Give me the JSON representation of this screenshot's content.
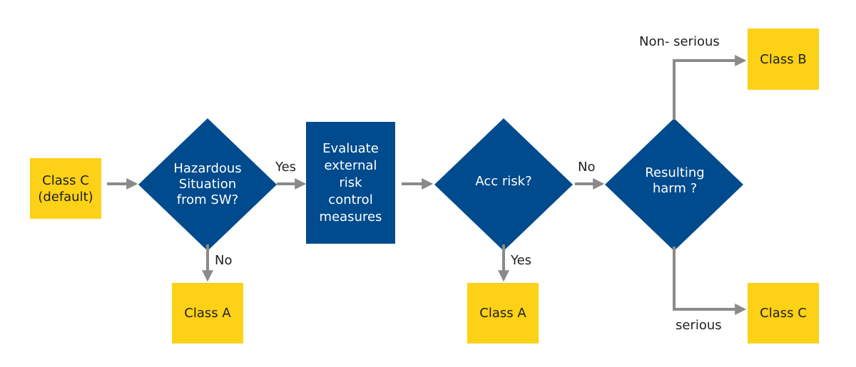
{
  "colors": {
    "process_fill": "#004b8d",
    "terminal_fill": "#fcd116",
    "arrow": "#8a8a8a",
    "label_text": "#1f1f1f"
  },
  "nodes": {
    "start": {
      "lines": [
        "Class C",
        "(default)"
      ]
    },
    "decision_hazard": {
      "lines": [
        "Hazardous",
        "Situation",
        "from SW?"
      ]
    },
    "class_a_1": {
      "text": "Class A"
    },
    "evaluate": {
      "lines": [
        "Evaluate",
        "external",
        "risk",
        "control",
        "measures"
      ]
    },
    "decision_acc_risk": {
      "text": "Acc risk?"
    },
    "class_a_2": {
      "text": "Class A"
    },
    "decision_harm": {
      "lines": [
        "Resulting",
        "harm ?"
      ]
    },
    "class_b": {
      "text": "Class B"
    },
    "class_c": {
      "text": "Class C"
    }
  },
  "edge_labels": {
    "hazard_yes": "Yes",
    "hazard_no": "No",
    "acc_no": "No",
    "acc_yes": "Yes",
    "harm_non_serious": "Non- serious",
    "harm_serious": "serious"
  }
}
